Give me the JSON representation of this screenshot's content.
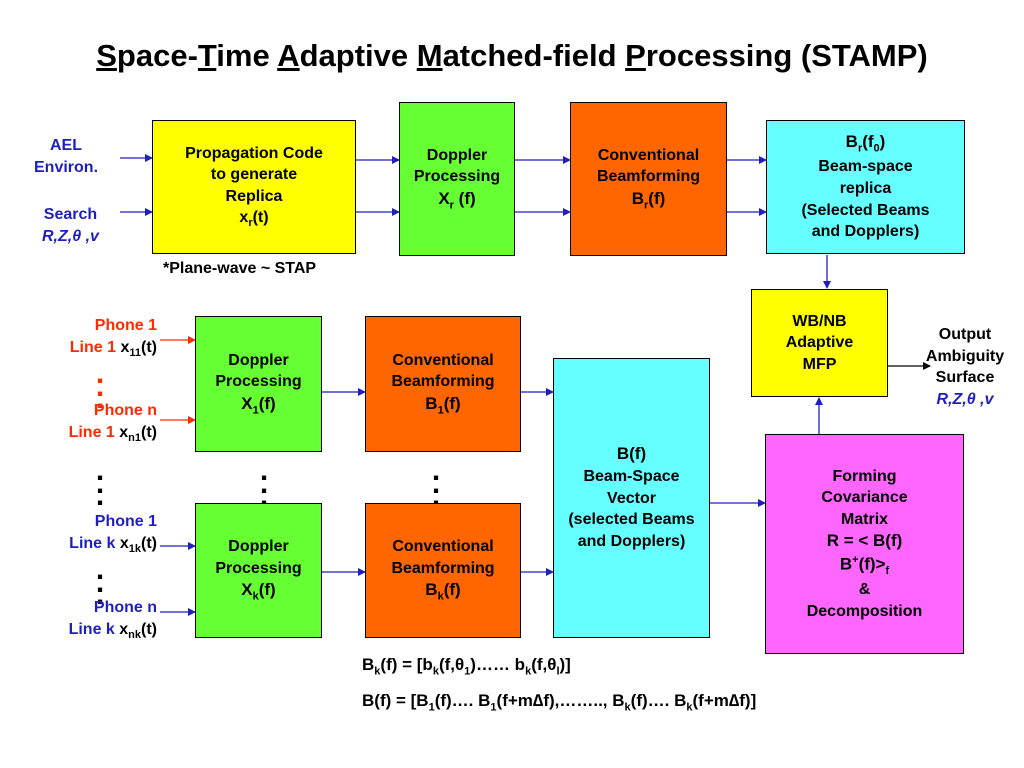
{
  "title": {
    "parts": [
      "S",
      "pace-",
      "T",
      "ime ",
      "A",
      "daptive ",
      "M",
      "atched-field ",
      "P",
      "rocessing (STAMP)"
    ]
  },
  "inputs": {
    "ael": [
      "AEL",
      "Environ."
    ],
    "search": [
      "Search",
      "R,Z,θ ,v"
    ]
  },
  "boxes": {
    "propagation": [
      "Propagation Code",
      "to generate",
      "Replica",
      "x",
      "r",
      "(t)"
    ],
    "doppler_top": [
      "Doppler",
      "Processing",
      "X",
      "r",
      " (f)"
    ],
    "beamform_top": [
      "Conventional",
      "Beamforming",
      "B",
      "r",
      "(f)"
    ],
    "replica": [
      "B",
      "r",
      "(f",
      "0",
      ")",
      "Beam-space",
      "replica",
      "(Selected Beams",
      "and Dopplers)"
    ],
    "mfp": [
      "WB/NB",
      "Adaptive",
      "MFP"
    ],
    "doppler_1": [
      "Doppler",
      "Processing",
      "X",
      "1",
      "(f)"
    ],
    "beamform_1": [
      "Conventional",
      "Beamforming",
      "B",
      "1",
      "(f)"
    ],
    "doppler_k": [
      "Doppler",
      "Processing",
      "X",
      "k",
      "(f)"
    ],
    "beamform_k": [
      "Conventional",
      "Beamforming",
      "B",
      "k",
      "(f)"
    ],
    "vector": [
      "B(f)",
      "Beam-Space",
      "Vector",
      "(selected Beams",
      "and Dopplers)"
    ],
    "covariance": [
      "Forming",
      "Covariance",
      "Matrix",
      "R = < B(f)",
      "B",
      "+",
      "(f)>",
      "f",
      "&",
      "Decomposition"
    ]
  },
  "note": "*Plane-wave ~ STAP",
  "phones": {
    "p1": [
      "Phone 1",
      "Line 1",
      "x",
      "11",
      "(t)"
    ],
    "pn": [
      "Phone n",
      "Line 1",
      "x",
      "n1",
      "(t)"
    ],
    "pk1": [
      "Phone 1",
      "Line k",
      "x",
      "1k",
      "(t)"
    ],
    "pnk": [
      "Phone n",
      "Line k",
      "x",
      "nk",
      "(t)"
    ]
  },
  "output": [
    "Output",
    "Ambiguity",
    "Surface",
    "R,Z,θ ,v"
  ],
  "formulas": {
    "bk": [
      "B",
      "k",
      "(f) = [b",
      "k",
      "(f,θ",
      "1",
      ")…… b",
      "k",
      "(f,θ",
      "l",
      ")]"
    ],
    "b": [
      "B(f) = [B",
      "1",
      "(f)…. B",
      "1",
      "(f+m∆f),…….., B",
      "k",
      "(f)…. B",
      "k",
      "(f+m∆f)]"
    ]
  },
  "colors": {
    "yellow": "#ffff00",
    "green": "#66ff33",
    "orange": "#ff6600",
    "cyan": "#66ffff",
    "magenta": "#ff66ff",
    "blue_text": "#1f1fbf",
    "red_text": "#ff2a00"
  }
}
